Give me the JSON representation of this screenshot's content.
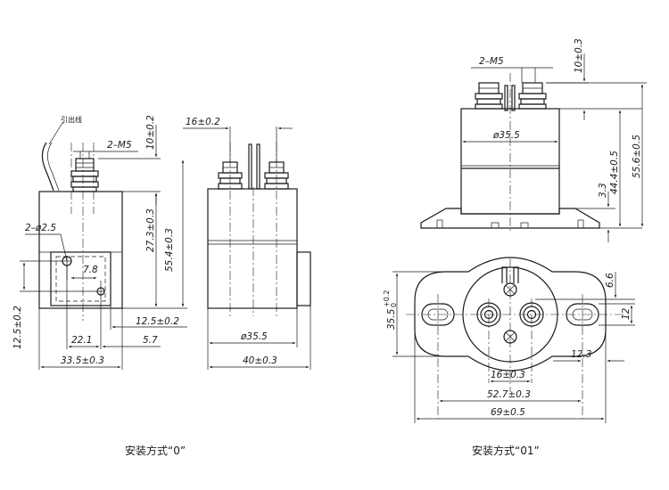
{
  "view0": {
    "lead_label": "引出线",
    "thread_label": "2–M5",
    "hole_label": "2–ø2.5",
    "dim_10": "10±0.2",
    "dim_27_3": "27.3±0.3",
    "dim_55_4": "55.4±0.3",
    "dim_7_8": "7.8",
    "dim_12_5_v": "12.5±0.2",
    "dim_12_5_h": "12.5±0.2",
    "dim_22_1": "22.1",
    "dim_5_7": "5.7",
    "dim_33_5": "33.5±0.3",
    "caption": "安装方式“0”"
  },
  "view0_side": {
    "dim_16": "16±0.2",
    "dim_35_5": "ø35.5",
    "dim_40": "40±0.3"
  },
  "view01": {
    "thread_label": "2–M5",
    "dim_10": "10±0.3",
    "dim_35_5": "ø35.5",
    "dim_44_4": "44.4±0.5",
    "dim_55_6": "55.6±0.5",
    "dim_3_3": "3.3",
    "dim_6_6": "6.6",
    "dim_12": "12",
    "dim_12_3": "12.3",
    "dim_35_5_v": "35.5",
    "tol_upper": "+0.2",
    "tol_lower": "0",
    "dim_16": "16±0.3",
    "dim_52_7": "52.7±0.3",
    "dim_69": "69±0.5",
    "caption": "安装方式“01”"
  }
}
